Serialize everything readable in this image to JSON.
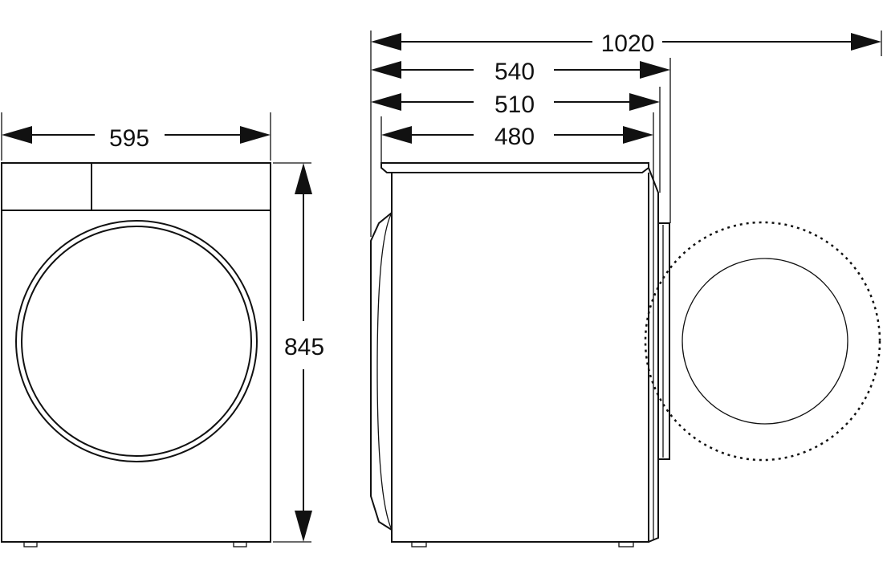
{
  "dimensions": {
    "width": "595",
    "height": "845",
    "depth_overall": "1020",
    "depth_540": "540",
    "depth_510": "510",
    "depth_480": "480"
  }
}
